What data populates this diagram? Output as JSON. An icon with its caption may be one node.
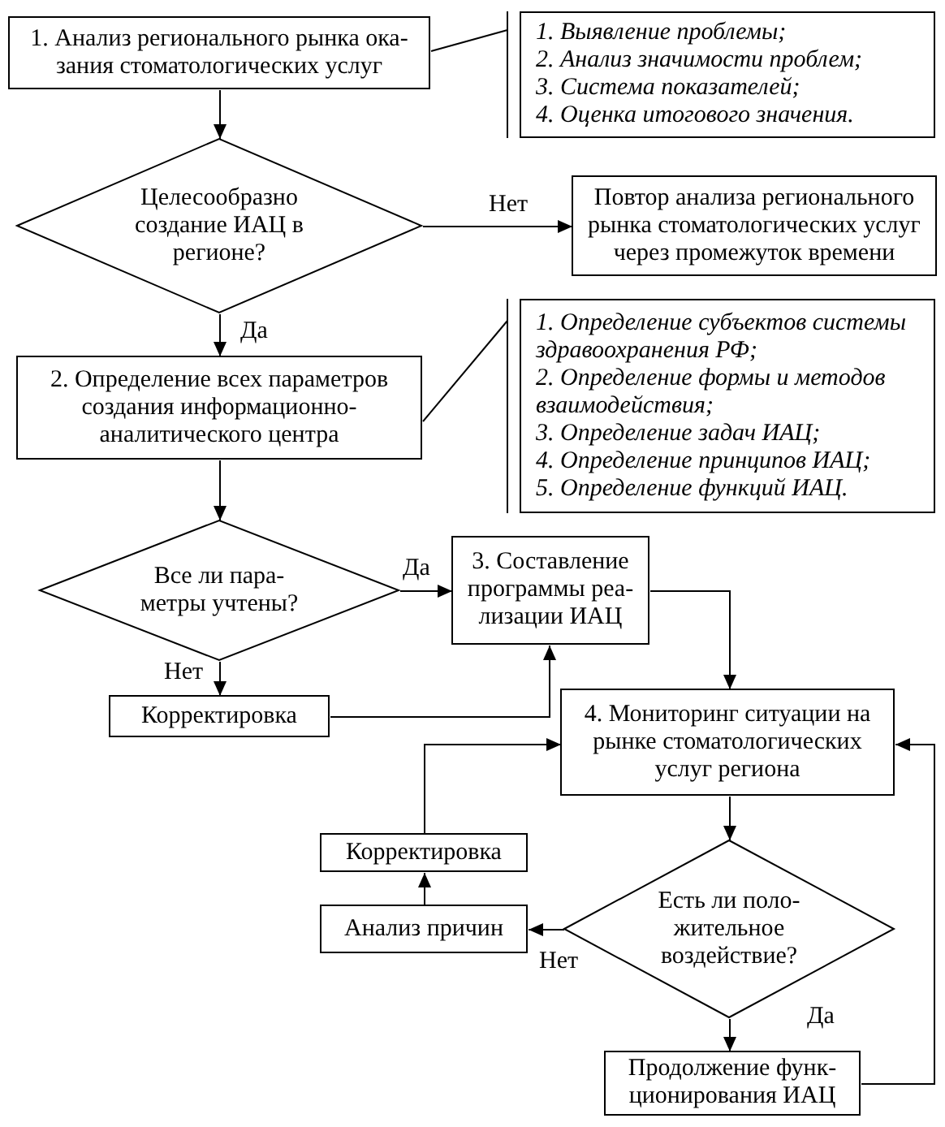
{
  "diagram": {
    "nodes": [
      {
        "text": [
          "1. Анализ регионального рынка ока-зания стоматологических услуг"
        ]
      },
      {
        "text": [
          "1. Выявление проблемы;",
          "2. Анализ значимости проблем;",
          "3. Система показателей;",
          "4. Оценка итогового значения."
        ]
      },
      {
        "text": [
          "Целесообразно создание ИАЦ в регионе?"
        ]
      },
      {
        "text": [
          "Повтор анализа регионального рынка стоматологических услуг через промежуток времени"
        ]
      },
      {
        "text": [
          "2. Определение всех параметров создания информационно-аналитического центра"
        ]
      },
      {
        "text": [
          "1. Определение субъектов системы здравоохранения РФ;",
          "2. Определение формы и методов взаимодействия;",
          "3. Определение задач ИАЦ;",
          "4. Определение принципов ИАЦ;",
          "5. Определение функций ИАЦ."
        ]
      },
      {
        "text": [
          "Все ли пара-метры учтены?"
        ]
      },
      {
        "text": [
          "3. Составление программы реа-лизации ИАЦ"
        ]
      },
      {
        "text": [
          "Корректировка"
        ]
      },
      {
        "text": [
          "4. Мониторинг ситуации на рынке стоматологических услуг региона"
        ]
      },
      {
        "text": [
          "Корректировка"
        ]
      },
      {
        "text": [
          "Анализ причин"
        ]
      },
      {
        "text": [
          "Есть ли поло-жительное воздействие?"
        ]
      },
      {
        "text": [
          "Продолжение функ-ционирования ИАЦ"
        ]
      }
    ],
    "edges": [
      {
        "from": 0,
        "to": 2,
        "arrow": "to"
      },
      {
        "from": 2,
        "to": 3,
        "arrow": "to",
        "label": "Нет"
      },
      {
        "from": 2,
        "to": 4,
        "arrow": "to",
        "label": "Да"
      },
      {
        "from": 0,
        "to": 1,
        "arrow": "none"
      },
      {
        "from": 4,
        "to": 5,
        "arrow": "none"
      },
      {
        "from": 4,
        "to": 6,
        "arrow": "to"
      },
      {
        "from": 6,
        "to": 7,
        "arrow": "to",
        "label": "Да"
      },
      {
        "from": 6,
        "to": 8,
        "arrow": "to",
        "label": "Нет"
      },
      {
        "from": 8,
        "to": 7,
        "arrow": "to"
      },
      {
        "from": 7,
        "to": 9,
        "arrow": "to"
      },
      {
        "from": 10,
        "to": 9,
        "arrow": "to"
      },
      {
        "from": 9,
        "to": 12,
        "arrow": "to"
      },
      {
        "from": 12,
        "to": 11,
        "arrow": "to",
        "label": "Нет"
      },
      {
        "from": 11,
        "to": 10,
        "arrow": "to"
      },
      {
        "from": 12,
        "to": 13,
        "arrow": "to",
        "label": "Да"
      },
      {
        "from": 13,
        "to": 9,
        "arrow": "to"
      }
    ]
  }
}
